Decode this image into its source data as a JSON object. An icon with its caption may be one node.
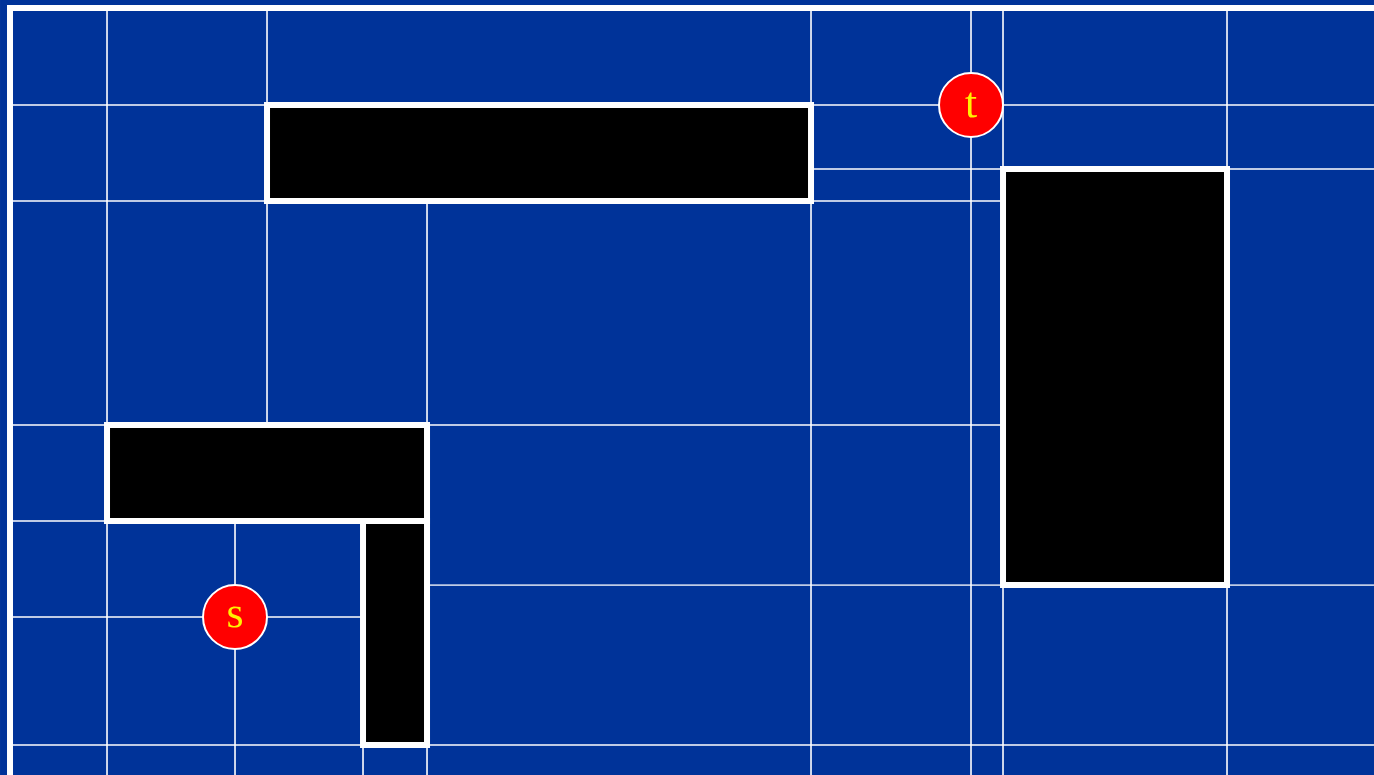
{
  "diagram": {
    "nodes": [
      {
        "text": [],
        "shape": "box"
      },
      {
        "text": [
          "t"
        ]
      },
      {
        "text": [],
        "shape": "box"
      },
      {
        "text": [],
        "shape": "box"
      },
      {
        "text": [
          "s"
        ]
      },
      {
        "text": [],
        "shape": "box"
      }
    ]
  }
}
